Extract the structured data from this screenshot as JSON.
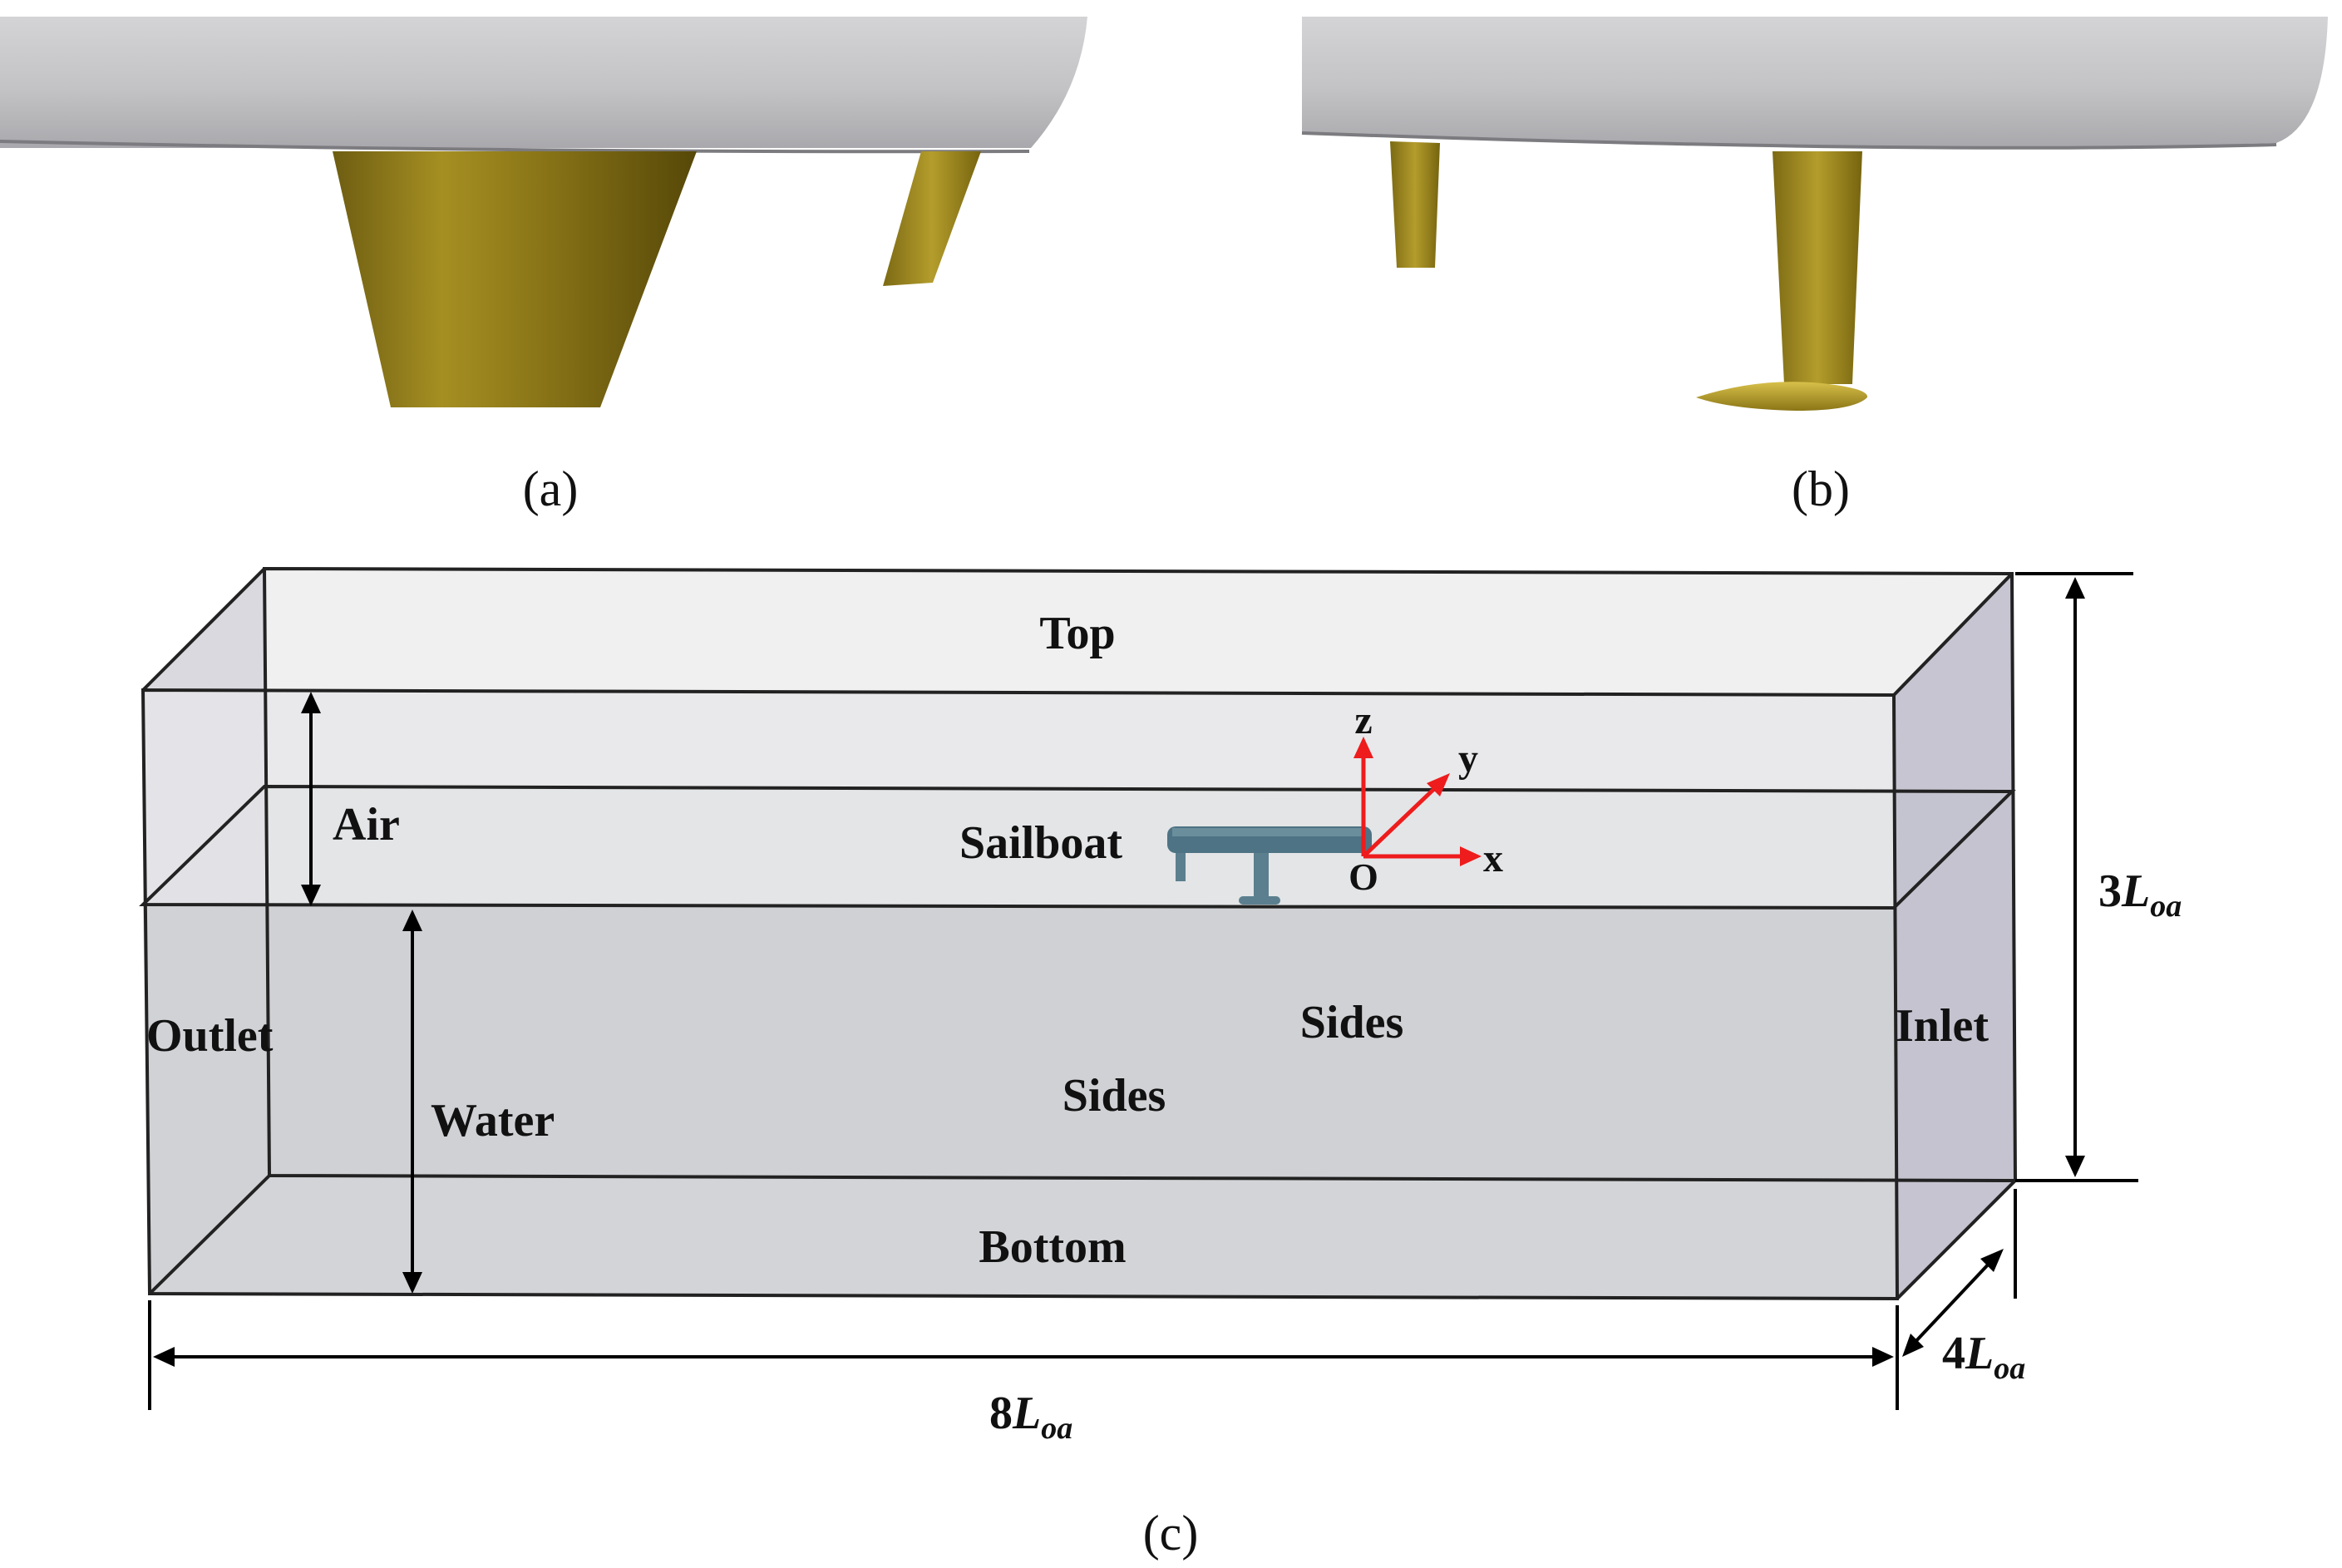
{
  "captions": {
    "a": "(a)",
    "b": "(b)",
    "c": "(c)"
  },
  "domain_labels": {
    "top": "Top",
    "bottom": "Bottom",
    "outlet": "Outlet",
    "inlet": "Inlet",
    "sides_back": "Sides",
    "sides_front": "Sides",
    "air": "Air",
    "water": "Water",
    "sailboat": "Sailboat"
  },
  "axes": {
    "z": "z",
    "y": "y",
    "x": "x",
    "origin": "O"
  },
  "dimensions": {
    "length": {
      "coef": "8",
      "sym": "L",
      "sub": "oa"
    },
    "height": {
      "coef": "3",
      "sym": "L",
      "sub": "oa"
    },
    "width": {
      "coef": "4",
      "sym": "L",
      "sub": "oa"
    }
  },
  "colors": {
    "hull_light": "#dcdcdc",
    "hull_dark": "#a8a6aa",
    "appendage_gold": "#a08a1e",
    "appendage_dark": "#6f5e10",
    "axis_red": "#ee1c1c",
    "boat_blue": "#4f7283",
    "water_face": "#d2d3d6",
    "air_face": "#e9e9eb",
    "end_face": "#c6c5d0",
    "bottom_face": "#e4e6e8",
    "free_surface": "#d9dee1"
  }
}
